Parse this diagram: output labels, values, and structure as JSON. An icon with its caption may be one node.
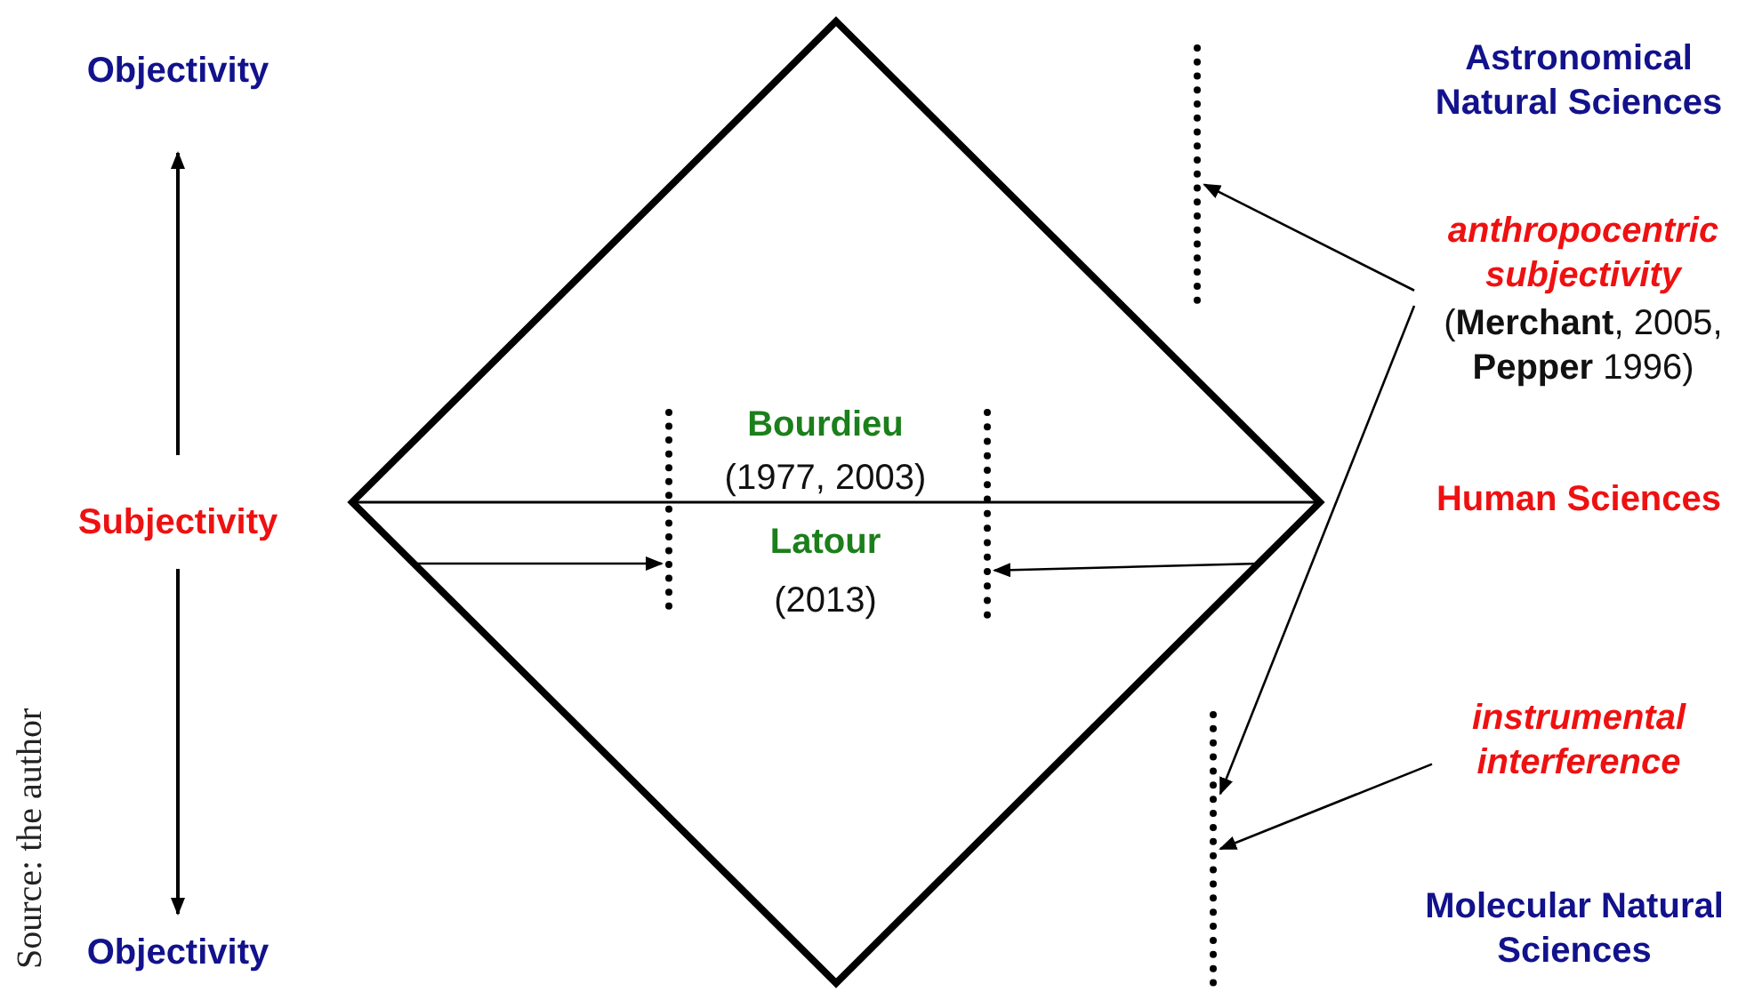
{
  "diagram": {
    "caption": "Source: the author",
    "nodes": [
      {
        "text": [
          "Objectivity"
        ]
      },
      {
        "text": [],
        "shape": "line"
      },
      {
        "text": [
          "anthropocentric subjectivity",
          "(**Merchant**, 2005, **Pepper** 1996)"
        ]
      },
      {
        "text": [
          "Subjectivity"
        ]
      },
      {
        "text": [
          "Bourdieu",
          "(1977, 2003)",
          "Latour",
          "(2013)"
        ]
      },
      {
        "text": [],
        "shape": "line",
        "in": 4
      },
      {
        "text": [],
        "shape": "line",
        "in": 4
      },
      {
        "text": [
          "instrumental interference"
        ]
      },
      {
        "text": [],
        "shape": "line"
      },
      {
        "text": [
          "Objectivity"
        ]
      }
    ],
    "edges": [
      {
        "from": 3,
        "to": 0,
        "arrow": "to"
      },
      {
        "from": 3,
        "to": 9,
        "arrow": "to"
      },
      {
        "from": 2,
        "to": 1,
        "arrow": "to"
      },
      {
        "from": 2,
        "to": 8,
        "arrow": "to"
      },
      {
        "from": 7,
        "to": 8,
        "arrow": "to"
      },
      {
        "from": null,
        "to": 5,
        "arrow": "to"
      },
      {
        "from": null,
        "to": 6,
        "arrow": "to"
      }
    ],
    "labels": [
      "Astronomical Natural Sciences",
      "Human Sciences",
      "Molecular Natural Sciences"
    ]
  }
}
